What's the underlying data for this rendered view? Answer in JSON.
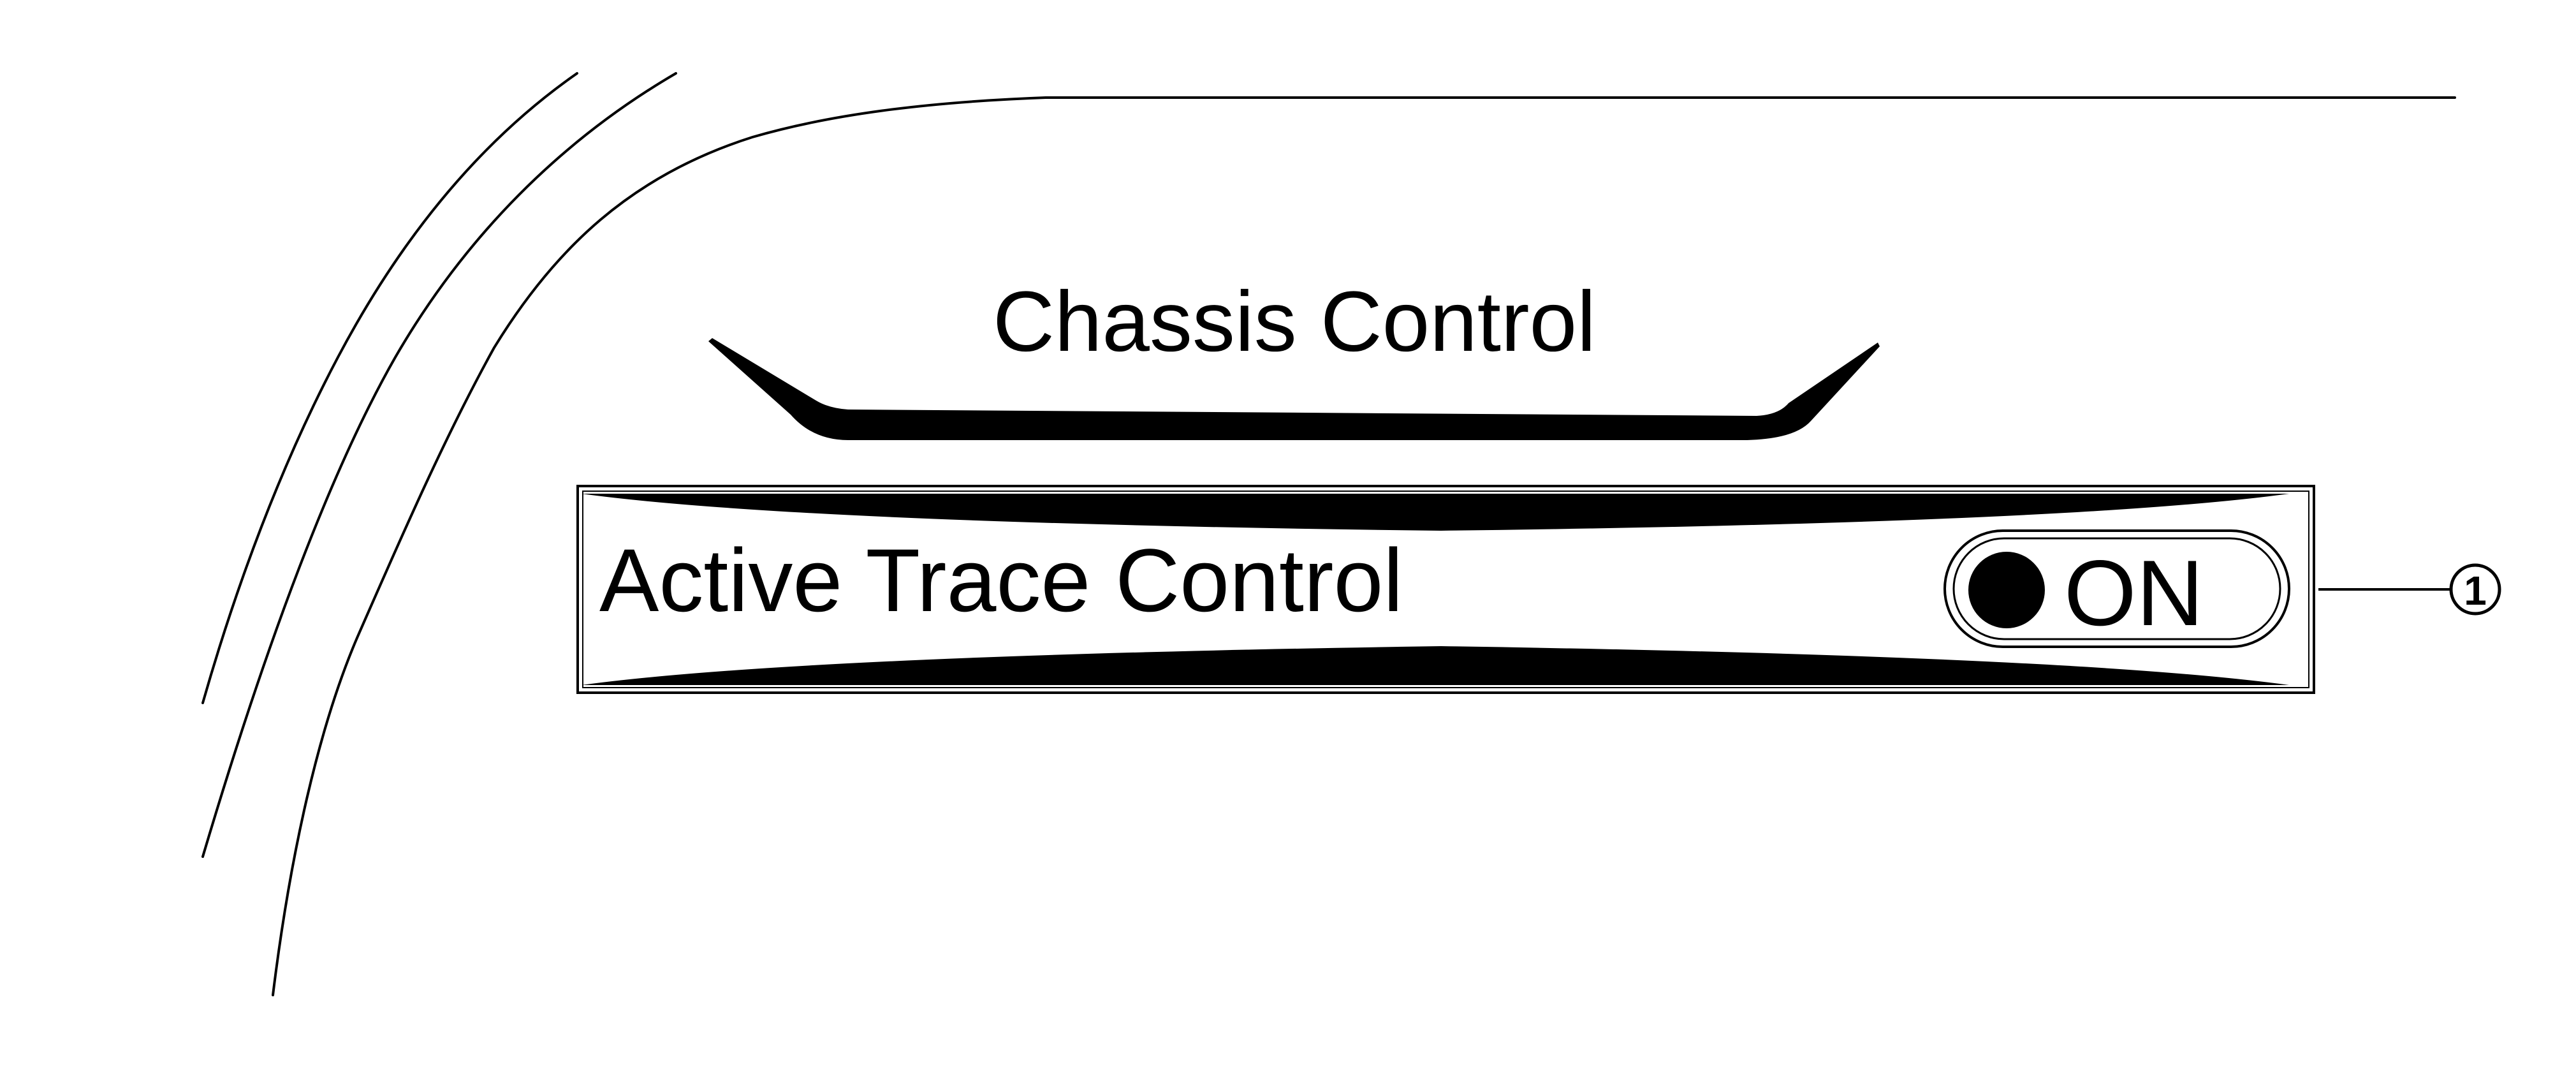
{
  "menu": {
    "title": "Chassis Control",
    "item": {
      "label": "Active Trace Control",
      "toggle": {
        "state_label": "ON"
      }
    }
  },
  "callout": {
    "number": "1"
  },
  "colors": {
    "ink": "#000000",
    "paper": "#ffffff"
  },
  "icons": {
    "toggle_indicator": "filled-circle-icon"
  }
}
